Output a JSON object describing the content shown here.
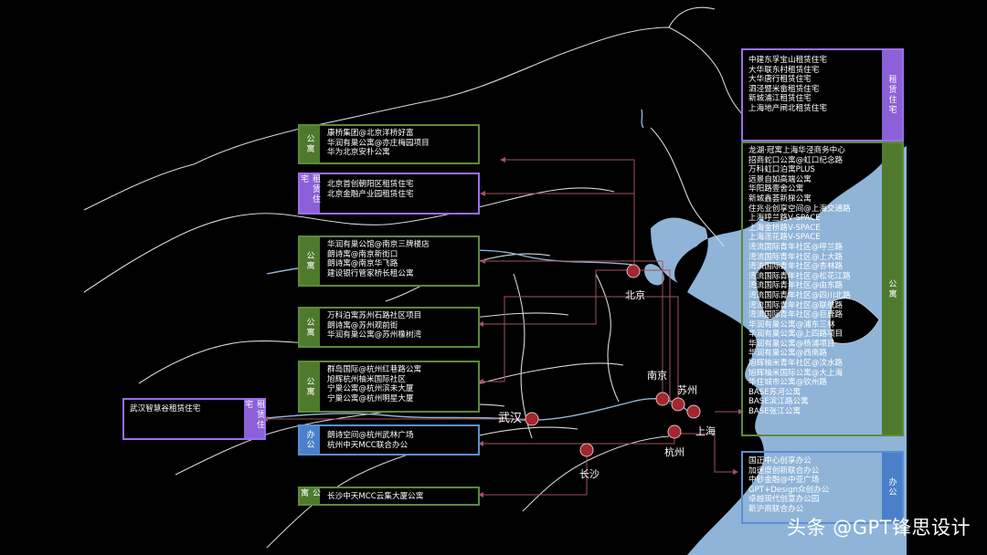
{
  "colors": {
    "green": "#5d8a3a",
    "purple": "#9c6fe8",
    "blue": "#5b8fd3",
    "sea": "#8fb4d8",
    "city": "#a0272f"
  },
  "cities": [
    {
      "id": "beijing",
      "label": "北京"
    },
    {
      "id": "nanjing",
      "label": "南京"
    },
    {
      "id": "suzhou",
      "label": "苏州"
    },
    {
      "id": "shanghai",
      "label": "上海"
    },
    {
      "id": "hangzhou",
      "label": "杭州"
    },
    {
      "id": "wuhan",
      "label": "武汉"
    },
    {
      "id": "changsha",
      "label": "长沙"
    }
  ],
  "boxes": {
    "beijing_apt": {
      "tag": "公寓",
      "items": [
        "康桥集团@北京洋桥好富",
        "华润有巢公寓@亦庄梅园项目",
        "华为北京安朴公寓"
      ]
    },
    "beijing_rent": {
      "tag": "租赁住宅",
      "items": [
        "北京首创朝阳区租赁住宅",
        "北京金融产业园租赁住宅"
      ]
    },
    "nanjing_apt": {
      "tag": "公寓",
      "items": [
        "华润有巢公馆@南京三牌楼店",
        "朗诗寓@南京新街口",
        "朗诗寓@南京华飞路",
        "建设银行管家桥长租公寓"
      ]
    },
    "suzhou_apt": {
      "tag": "公寓",
      "items": [
        "万科泊寓苏州石路社区项目",
        "朗诗寓@苏州观前街",
        "华润有巢公寓@苏州橡树湾"
      ]
    },
    "hangzhou_apt": {
      "tag": "公寓",
      "items": [
        "群岛国际@杭州红巷路公寓",
        "旭辉杭州柚米国际社区",
        "宁巢公寓@杭州滨未大厦",
        "宁巢公寓@杭州明星大厦"
      ]
    },
    "hangzhou_office": {
      "tag": "办公",
      "items": [
        "朗诗空间@杭州武林广场",
        "杭州中天MCC联合办公"
      ]
    },
    "changsha_apt": {
      "tag": "公寓",
      "items": [
        "长沙中天MCC云集大厦公寓"
      ]
    },
    "wuhan_rent": {
      "tag": "租赁住宅",
      "items": [
        "武汉智慧谷租赁住宅"
      ]
    },
    "shanghai_rent": {
      "tag": "租赁住宅",
      "items": [
        "中建东孚宝山租赁住宅",
        "大华联东村租赁住宅",
        "大华唐行租赁住宅",
        "泗泾暨米畲租赁住宅",
        "新城浦江租赁住宅",
        "上海地产闸北租赁住宅"
      ]
    },
    "shanghai_apt": {
      "tag": "公寓",
      "items": [
        "龙湖·冠寓上海华泾商务中心",
        "招商蛇口公寓@虹口纪念路",
        "万科虹口泊寓PLUS",
        "远景自如高端公寓",
        "华阳路壹舍公寓",
        "新城鑫荟新梯公寓",
        "住兆业创享空间@上海交通路",
        "上海呼兰路V-SPACE",
        "上海金桥路V-SPACE",
        "上海莲花路V-SPACE",
        "湾流国际青年社区@呼兰路",
        "湾流国际青年社区@上大路",
        "湾流国际青年社区@杏林路",
        "湾流国际青年社区@松花江路",
        "湾流国际青年社区@由东路",
        "湾流国际青年社区@四川北路",
        "湾流国际青年社区@联航路",
        "湾流国际青年社区@巨鹿路",
        "华润有巢公寓@浦东三林",
        "华润有巢公寓@上四路项目",
        "华润有巢公寓@杨浦项目",
        "华润有巢公寓@西南路",
        "旭辉柚米青年社区@汶水路",
        "旭辉柚米国际公寓@大上海",
        "华住城市公寓@钦州路",
        "BASE苏河公寓",
        "BASE滨江路公寓",
        "BASE张江公寓"
      ]
    },
    "shanghai_office": {
      "tag": "办公",
      "items": [
        "国正中心创享办公",
        "加速度创新联合办公",
        "中钞金融@中亚广场",
        "GPT+Design众创办公",
        "卓越现代创意办公园",
        "新沪商联合办公"
      ]
    }
  },
  "watermark": "头条 @GPT锋思设计"
}
